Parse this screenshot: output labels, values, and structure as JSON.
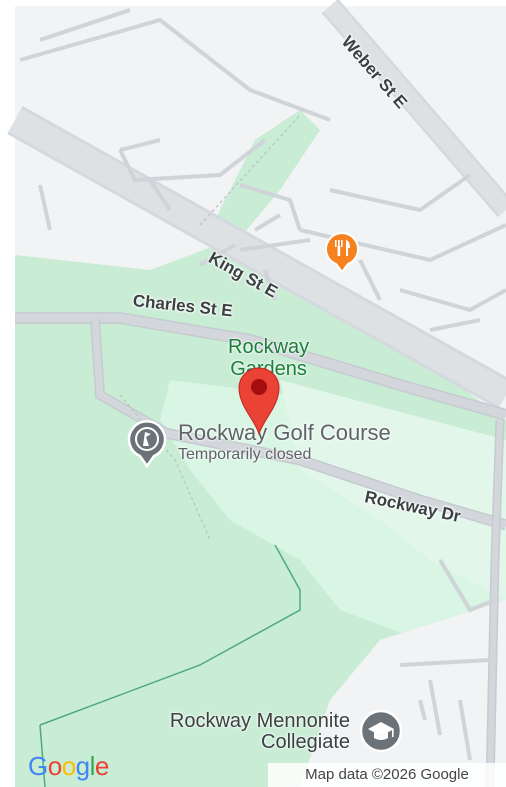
{
  "map": {
    "streets": {
      "weber": "Weber St E",
      "king": "King St E",
      "charles": "Charles St E",
      "rockway_dr": "Rockway Dr"
    },
    "parks": {
      "gardens": "Rockway\nGardens"
    },
    "pois": {
      "golf": {
        "name": "Rockway Golf Course",
        "status": "Temporarily closed",
        "icon": "golf-icon"
      },
      "restaurant": {
        "icon": "restaurant-icon"
      },
      "school": {
        "name": "Rockway Mennonite\nCollegiate",
        "icon": "school-icon"
      }
    },
    "pin": {
      "icon": "location-pin-icon"
    },
    "colors": {
      "land": "#f1f3f4",
      "park": "#c9ecd5",
      "golf_green": "#d9f5e3",
      "road": "#ffffff",
      "major_road": "#d9dde1",
      "pin": "#ea4335",
      "restaurant": "#f5811f"
    }
  },
  "footer": {
    "logo": [
      "G",
      "o",
      "o",
      "g",
      "l",
      "e"
    ],
    "logo_colors": [
      "#4285F4",
      "#EA4335",
      "#FBBC05",
      "#4285F4",
      "#34A853",
      "#EA4335"
    ],
    "attribution": "Map data ©2026 Google"
  }
}
